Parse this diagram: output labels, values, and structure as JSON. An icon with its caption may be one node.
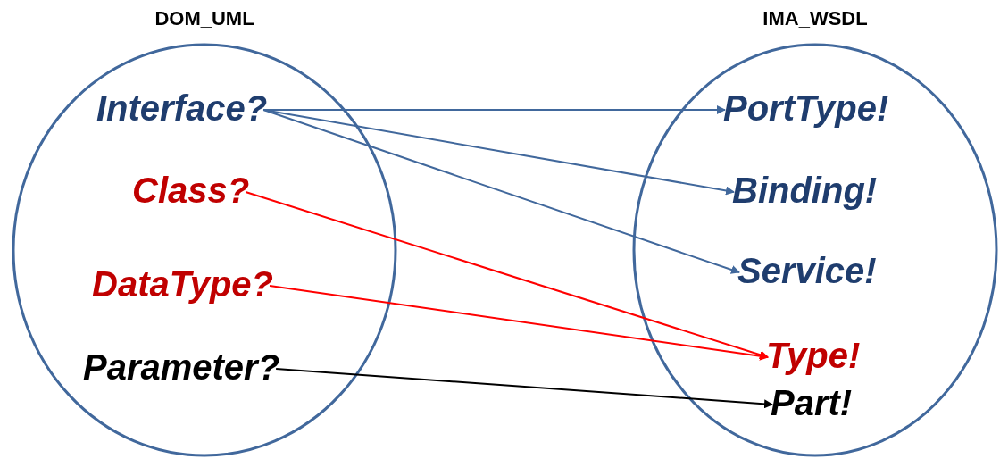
{
  "diagram": {
    "nodes": [
      {
        "text": [
          "DOM_UML"
        ]
      },
      {
        "text": [
          "IMA_WSDL"
        ]
      },
      {
        "text": [
          "Interface?"
        ],
        "in": 0
      },
      {
        "text": [
          "Class?"
        ],
        "in": 0
      },
      {
        "text": [
          "DataType?"
        ],
        "in": 0
      },
      {
        "text": [
          "Parameter?"
        ],
        "in": 0
      },
      {
        "text": [
          "PortType!"
        ],
        "in": 1
      },
      {
        "text": [
          "Binding!"
        ],
        "in": 1
      },
      {
        "text": [
          "Service!"
        ],
        "in": 1
      },
      {
        "text": [
          "Type!"
        ],
        "in": 1
      },
      {
        "text": [
          "Part!"
        ],
        "in": 1
      }
    ],
    "edges": [
      {
        "from": 2,
        "to": 6,
        "arrow": "to"
      },
      {
        "from": 2,
        "to": 7,
        "arrow": "to"
      },
      {
        "from": 2,
        "to": 8,
        "arrow": "to"
      },
      {
        "from": 3,
        "to": 9,
        "arrow": "to",
        "color": "#ff0000"
      },
      {
        "from": 4,
        "to": 9,
        "arrow": "to",
        "color": "#ff0000"
      },
      {
        "from": 5,
        "to": 10,
        "arrow": "to",
        "color": "#000000"
      }
    ]
  }
}
